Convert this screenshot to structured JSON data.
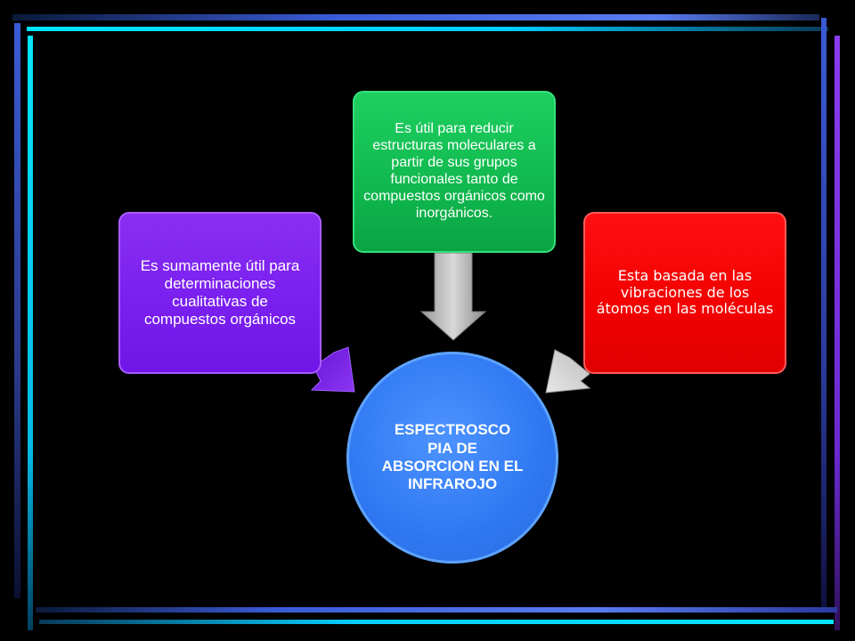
{
  "diagram": {
    "center": {
      "label": "ESPECTROSCO PIA DE ABSORCION EN EL INFRAROJO",
      "color": "#2f78f2"
    },
    "nodes": [
      {
        "id": "left",
        "text": "Es sumamente útil para determinaciones cualitativas de compuestos orgánicos",
        "color": "#7a1ff0"
      },
      {
        "id": "top",
        "text": "Es útil para reducir estructuras moleculares a partir de sus grupos funcionales tanto de compuestos orgánicos como inorgánicos.",
        "color": "#10b84e"
      },
      {
        "id": "right",
        "text": "Esta basada en las vibraciones de los átomos en las moléculas",
        "color": "#f20000"
      }
    ]
  },
  "frame_colors": {
    "cyan": "#00e5ff",
    "blue": "#4a6fe8",
    "purple": "#8a3cf0"
  }
}
